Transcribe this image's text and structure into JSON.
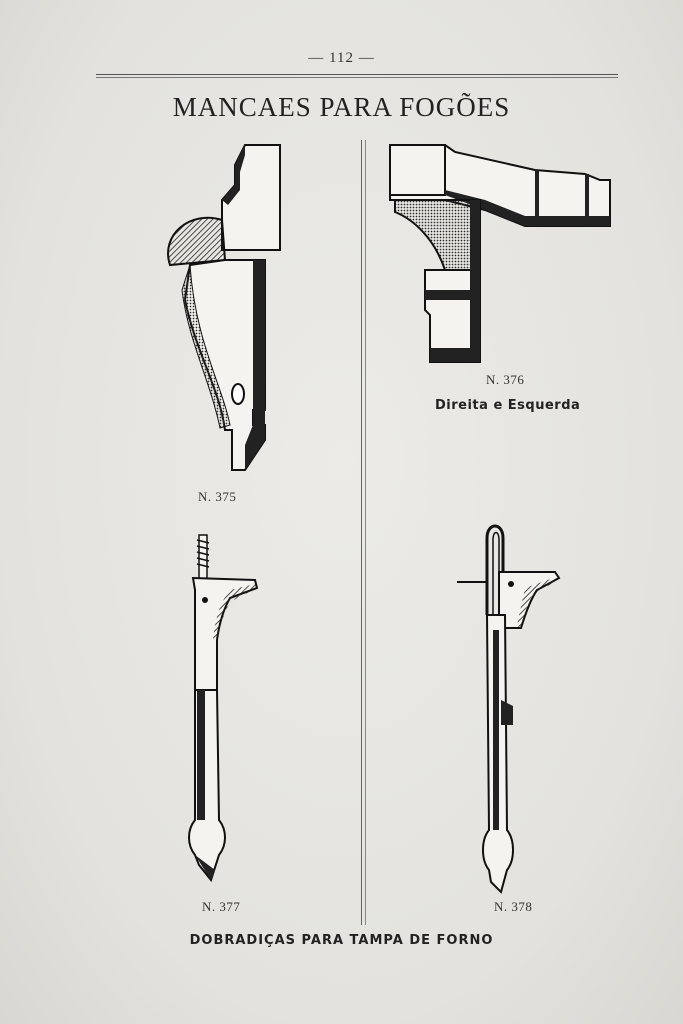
{
  "page_number": "— 112 —",
  "title": "MANCAES PARA FOGÕES",
  "items": [
    {
      "number": "N. 375",
      "note": "",
      "icon": "stove-bracket-375-illustration"
    },
    {
      "number": "N. 376",
      "note": "Direita e Esquerda",
      "icon": "stove-bracket-376-illustration"
    },
    {
      "number": "N. 377",
      "note": "",
      "icon": "oven-hinge-377-illustration"
    },
    {
      "number": "N. 378",
      "note": "",
      "icon": "oven-hinge-378-illustration"
    }
  ],
  "footer": "DOBRADIÇAS PARA TAMPA DE FORNO"
}
